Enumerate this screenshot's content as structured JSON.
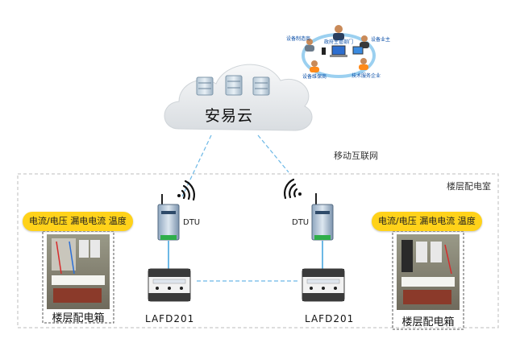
{
  "cloud": {
    "label": "安易云"
  },
  "network_label": "移动互联网",
  "room_label": "楼层配电室",
  "roles": {
    "manufacturer": "设备制造商",
    "government": "政府主管部门",
    "owner": "设备业主",
    "maintenance": "设备维保商",
    "service": "技术服务企业"
  },
  "left_unit": {
    "params": "电流/电压 漏电电流 温度",
    "box_label": "楼层配电箱",
    "dtu_label": "DTU",
    "device_label": "LAFD201"
  },
  "right_unit": {
    "params": "电流/电压 漏电电流 温度",
    "box_label": "楼层配电箱",
    "dtu_label": "DTU",
    "device_label": "LAFD201"
  },
  "colors": {
    "tag_bg": "#ffd21a",
    "link": "#6cb8e6",
    "ring": "#9bd0f0",
    "cloud": "#e9ecef"
  }
}
